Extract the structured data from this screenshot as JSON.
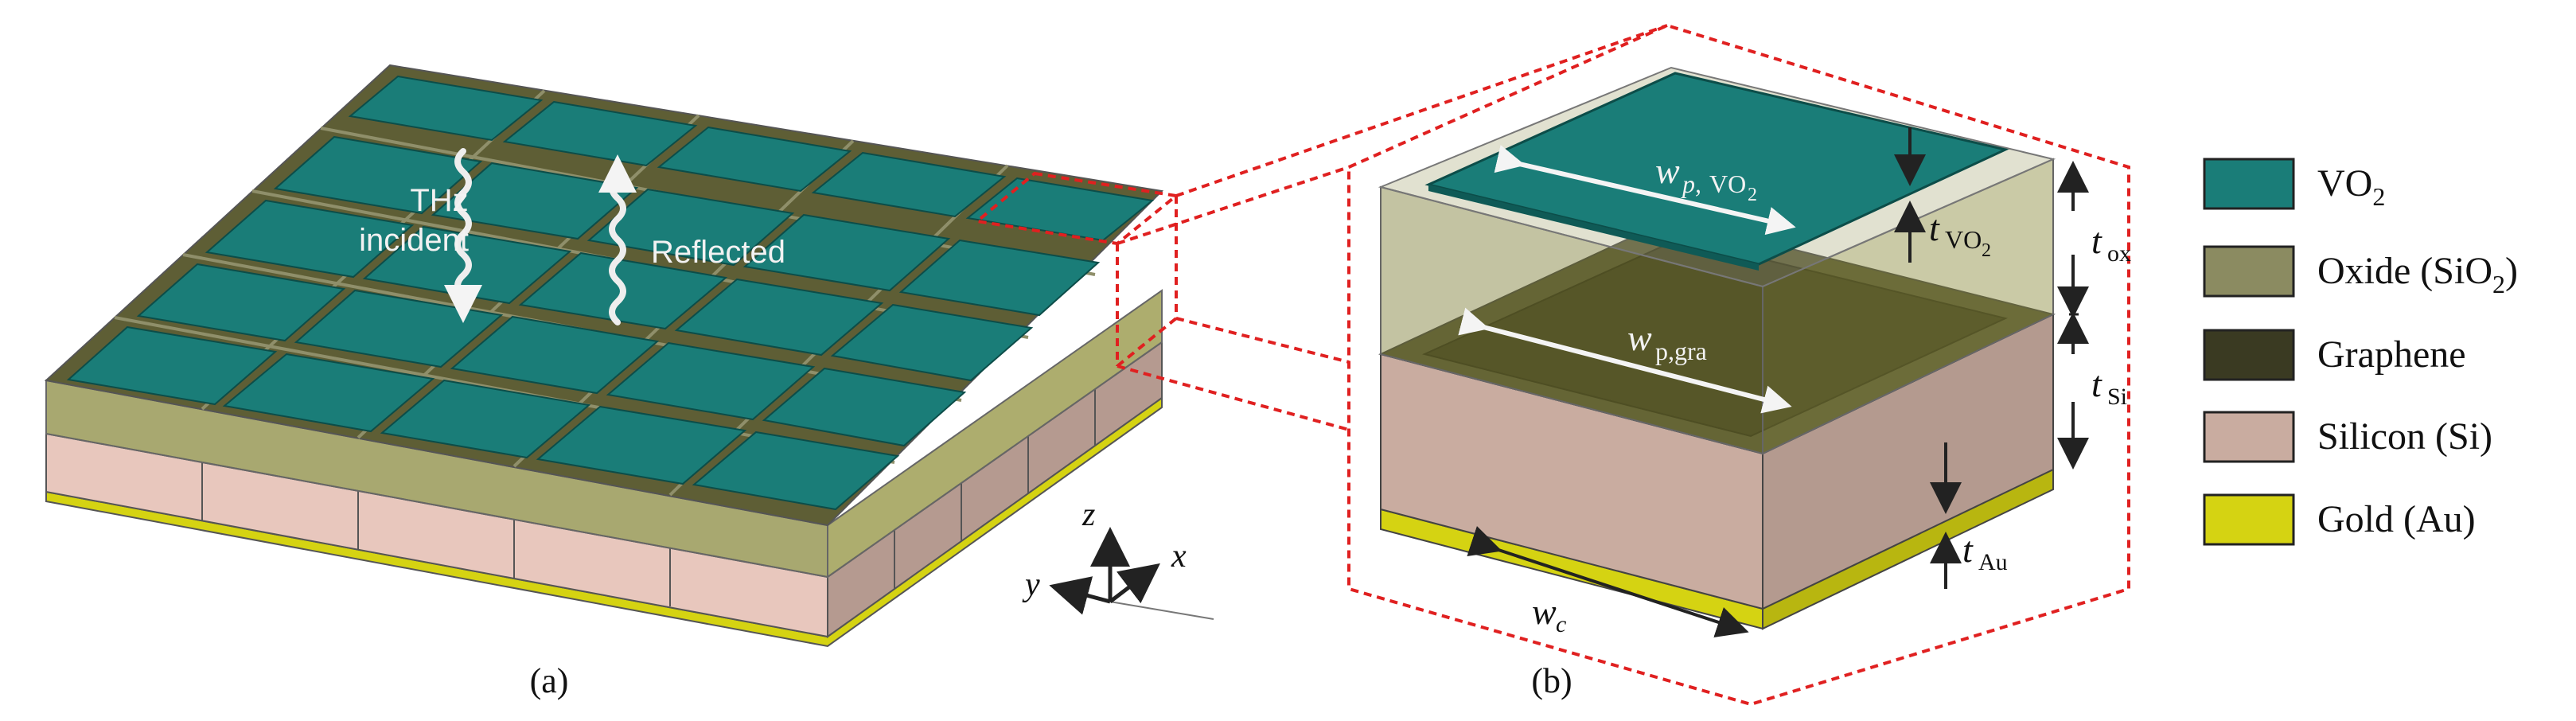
{
  "figure": {
    "panel_a_label": "(a)",
    "panel_b_label": "(b)",
    "incident_line1": "THz",
    "incident_line2": "incident",
    "reflected": "Reflected"
  },
  "axes": {
    "z": "z",
    "x": "x",
    "y": "y"
  },
  "dims": {
    "w_p_vo2_main": "w",
    "w_p_vo2_sub": "p,",
    "w_p_vo2_chem": "VO",
    "w_p_vo2_idx": "2",
    "w_p_gra_main": "w",
    "w_p_gra_sub": "p,gra",
    "t_vo2_main": "t",
    "t_vo2_chem": "VO",
    "t_vo2_idx": "2",
    "t_ox_main": "t",
    "t_ox_sub": "ox",
    "t_si_main": "t",
    "t_si_sub": "Si",
    "t_au_main": "t",
    "t_au_sub": "Au",
    "w_c_main": "w",
    "w_c_sub": "c"
  },
  "legend": [
    {
      "label": "VO",
      "sub": "2",
      "tail": "",
      "color": "#1a7d78"
    },
    {
      "label": "Oxide (SiO",
      "sub": "2",
      "tail": ")",
      "color": "#8b8b61"
    },
    {
      "label": "Graphene",
      "sub": "",
      "tail": "",
      "color": "#3a3a22"
    },
    {
      "label": "Silicon (Si)",
      "sub": "",
      "tail": "",
      "color": "#c9aca0"
    },
    {
      "label": "Gold (Au)",
      "sub": "",
      "tail": "",
      "color": "#d5d312"
    }
  ],
  "colors": {
    "vo2": "#1a7d78",
    "oxide": "#8b8b61",
    "graphene": "#3a3a22",
    "silicon": "#c9aca0",
    "gold": "#d5d312",
    "callout": "#e02020"
  }
}
